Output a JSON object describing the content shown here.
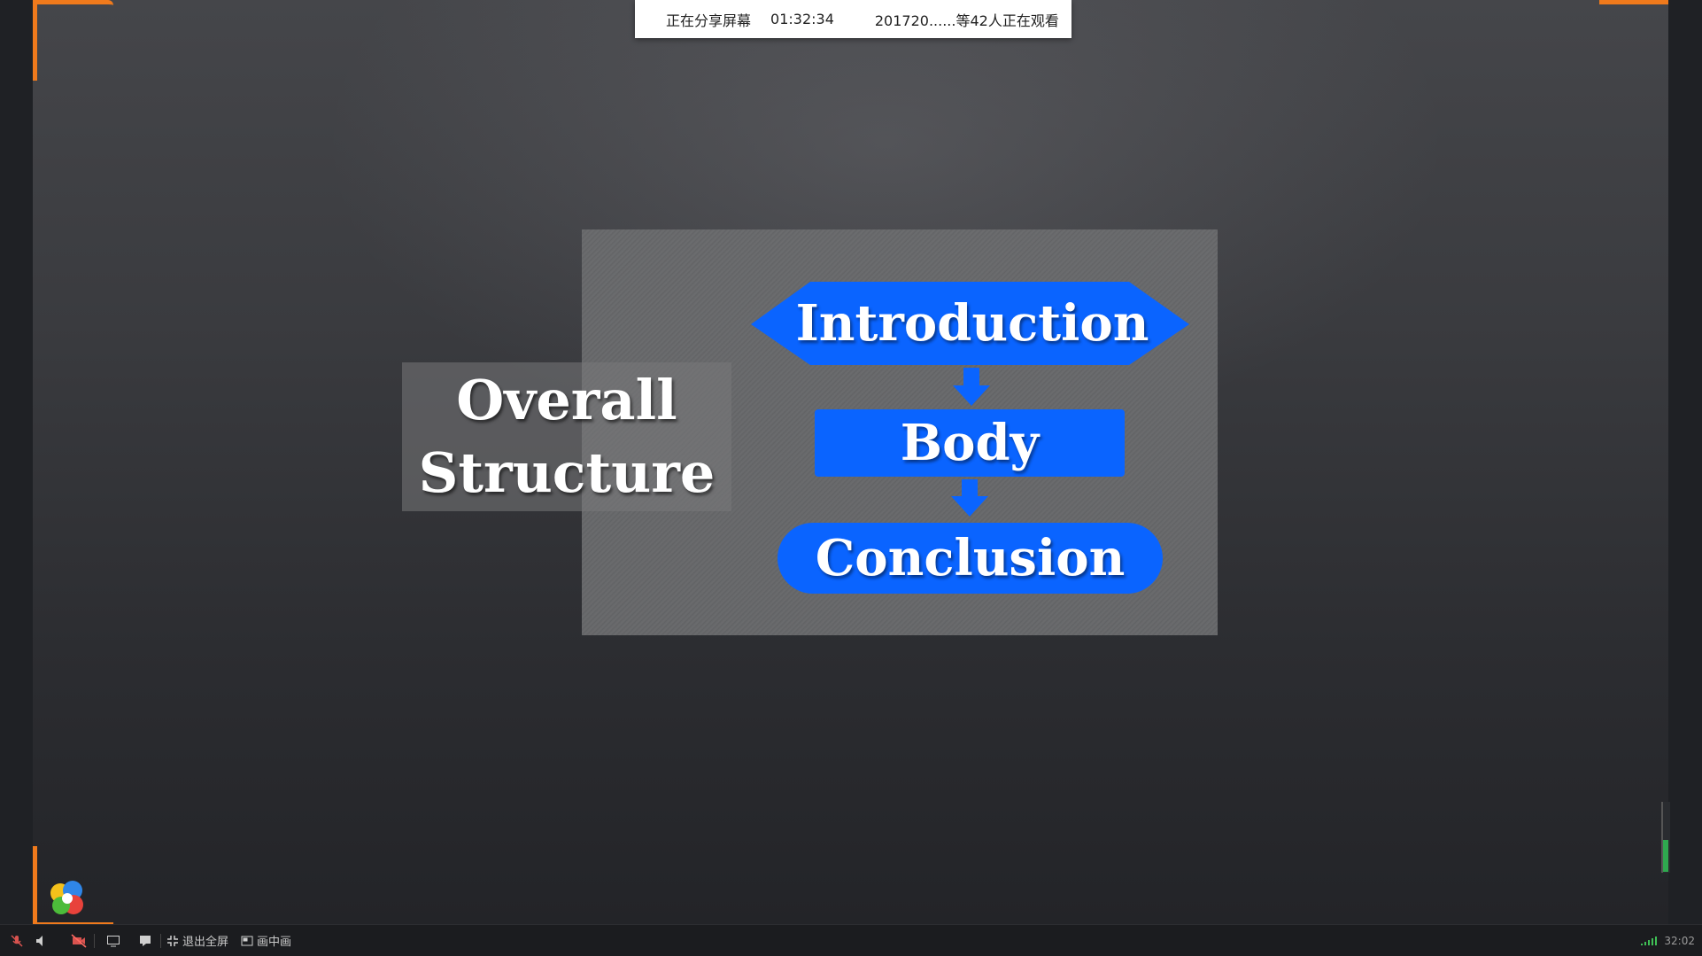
{
  "banner": {
    "status": "正在分享屏幕",
    "elapsed": "01:32:34",
    "viewers": "201720......等42人正在观看"
  },
  "slide": {
    "title_line1": "Overall",
    "title_line2": "Structure",
    "flow": {
      "step1": "Introduction",
      "step2": "Body",
      "step3": "Conclusion"
    },
    "shape_color": "#0a64ff"
  },
  "toolbar": {
    "items": [
      {
        "icon": "mic-muted-icon"
      },
      {
        "icon": "speaker-icon"
      },
      {
        "icon": "camera-off-icon"
      },
      {
        "icon": "screen-share-icon"
      },
      {
        "icon": "chat-icon"
      }
    ],
    "exit_fullscreen_label": "退出全屏",
    "pip_label": "画中画",
    "clock": "32:02"
  },
  "accent_color": "#f07a1c"
}
